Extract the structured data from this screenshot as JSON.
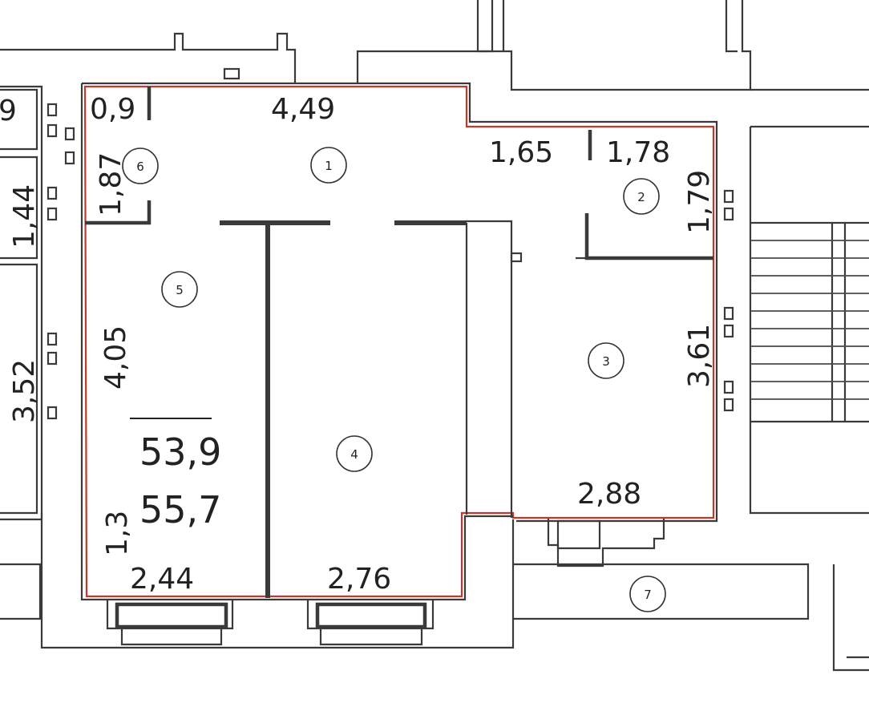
{
  "area": {
    "living": "53,9",
    "total": "55,7"
  },
  "dimensions": {
    "d_0_9": "0,9",
    "d_4_49": "4,49",
    "d_1_87": "1,87",
    "d_1_65": "1,65",
    "d_1_78": "1,78",
    "d_1_79": "1,79",
    "d_4_05": "4,05",
    "d_3_61": "3,61",
    "d_2_88": "2,88",
    "d_1_3": "1,3",
    "d_2_44": "2,44",
    "d_2_76": "2,76",
    "d_1_44": "1,44",
    "d_3_52": "3,52",
    "d_9": "9"
  },
  "rooms": {
    "r1": "1",
    "r2": "2",
    "r3": "3",
    "r4": "4",
    "r5": "5",
    "r6": "6",
    "r7": "7"
  },
  "colors": {
    "outline": "#c0392b",
    "walls": "#3a3a3a"
  }
}
